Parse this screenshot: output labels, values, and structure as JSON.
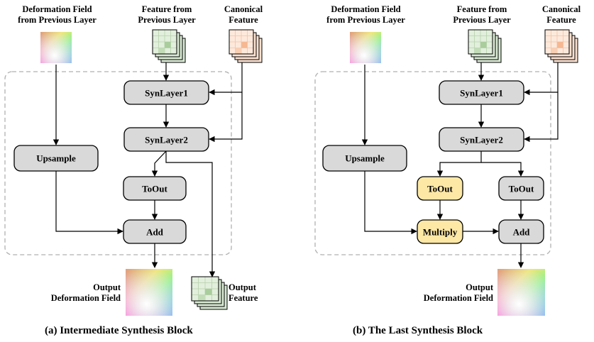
{
  "panel_a": {
    "inputs": {
      "deformation_field": "Deformation Field\nfrom Previous Layer",
      "feature": "Feature from\nPrevious Layer",
      "canonical": "Canonical\nFeature"
    },
    "nodes": {
      "synlayer1": "SynLayer1",
      "synlayer2": "SynLayer2",
      "upsample": "Upsample",
      "toout": "ToOut",
      "add": "Add"
    },
    "outputs": {
      "deformation_field": "Output\nDeformation Field",
      "feature": "Output\nFeature"
    },
    "caption": "(a) Intermediate Synthesis Block"
  },
  "panel_b": {
    "inputs": {
      "deformation_field": "Deformation Field\nfrom Previous Layer",
      "feature": "Feature from\nPrevious Layer",
      "canonical": "Canonical\nFeature"
    },
    "nodes": {
      "synlayer1": "SynLayer1",
      "synlayer2": "SynLayer2",
      "upsample": "Upsample",
      "toout_yellow": "ToOut",
      "toout": "ToOut",
      "multiply": "Multiply",
      "add": "Add"
    },
    "outputs": {
      "deformation_field": "Output\nDeformation Field"
    },
    "caption": "(b) The Last Synthesis Block"
  },
  "colors": {
    "node_fill": "#d9d9d9",
    "highlight_fill": "#fde8a6",
    "feature_green": "#d9ead3",
    "canonical_orange": "#fbe1d0",
    "dashed_border": "#b0b0b0"
  }
}
